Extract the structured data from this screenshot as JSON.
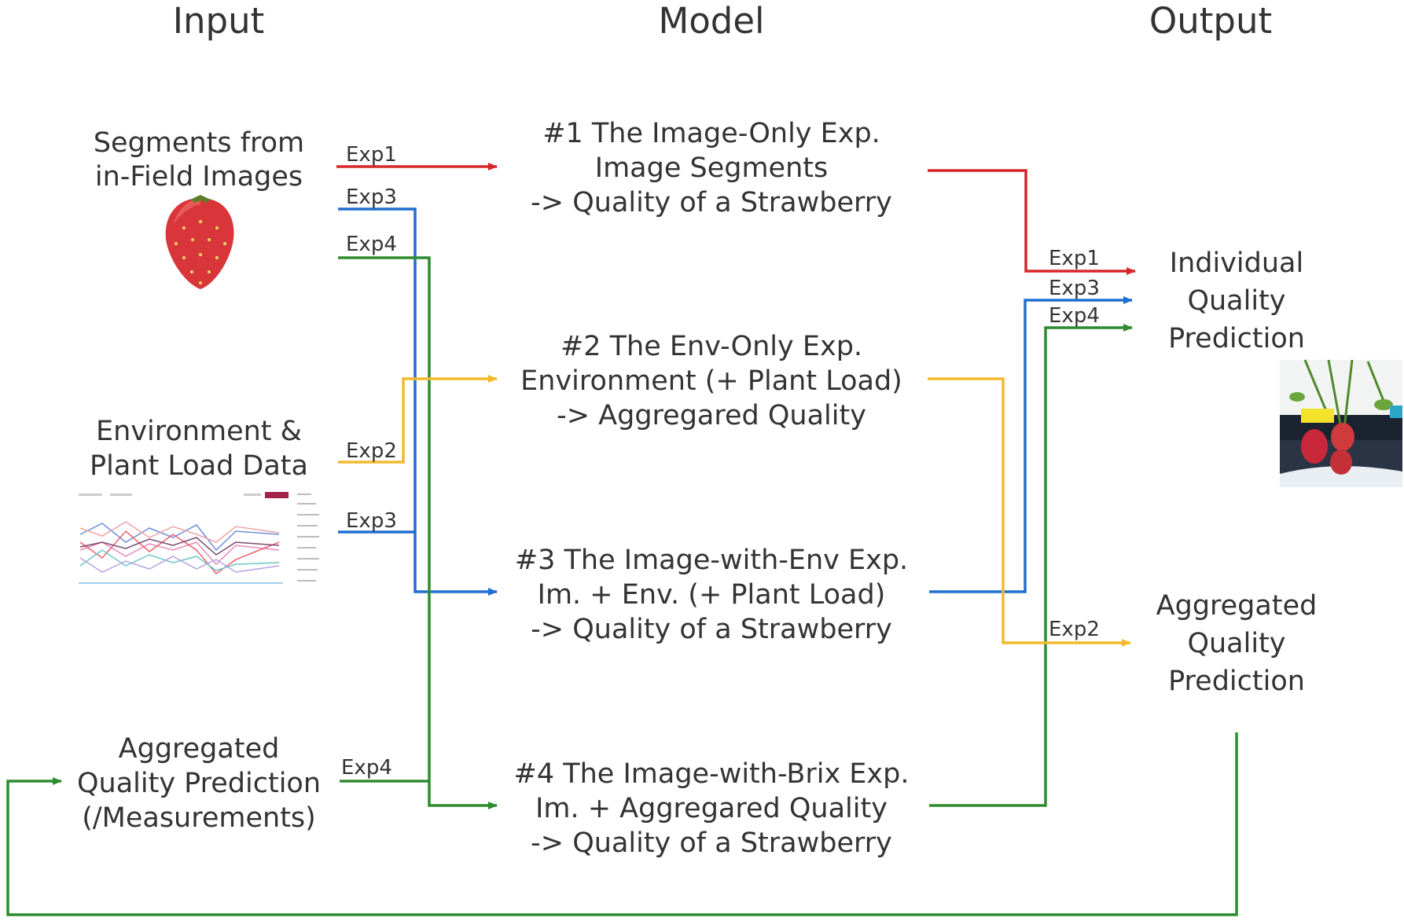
{
  "columns": {
    "input": "Input",
    "model": "Model",
    "output": "Output"
  },
  "inputs": {
    "images": {
      "line1": "Segments from",
      "line2": "in-Field Images"
    },
    "env": {
      "line1": "Environment &",
      "line2": "Plant Load Data"
    },
    "aggregated": {
      "line1": "Aggregated",
      "line2": "Quality Prediction",
      "line3": "(/Measurements)"
    }
  },
  "models": [
    {
      "line1": "#1 The Image-Only Exp.",
      "line2": "Image Segments",
      "line3": "-> Quality of a Strawberry"
    },
    {
      "line1": "#2 The Env-Only Exp.",
      "line2": "Environment (+ Plant Load)",
      "line3": "-> Aggregared Quality"
    },
    {
      "line1": "#3 The Image-with-Env Exp.",
      "line2": "Im. + Env. (+ Plant Load)",
      "line3": "-> Quality of a Strawberry"
    },
    {
      "line1": "#4 The Image-with-Brix Exp.",
      "line2": "Im. + Aggregared Quality",
      "line3": "-> Quality of a Strawberry"
    }
  ],
  "outputs": {
    "individual": {
      "line1": "Individual",
      "line2": "Quality",
      "line3": "Prediction"
    },
    "aggregated": {
      "line1": "Aggregated",
      "line2": "Quality",
      "line3": "Prediction"
    }
  },
  "edges": {
    "exp1": "Exp1",
    "exp2": "Exp2",
    "exp3": "Exp3",
    "exp4": "Exp4"
  },
  "colors": {
    "exp1": "#d62728",
    "exp2": "#f5b82e",
    "exp3": "#1f6fd0",
    "exp4": "#2e8b2e",
    "text": "#333333"
  },
  "icons": [
    "strawberry-icon",
    "line-chart-thumbnail",
    "strawberry-plant-photo"
  ]
}
